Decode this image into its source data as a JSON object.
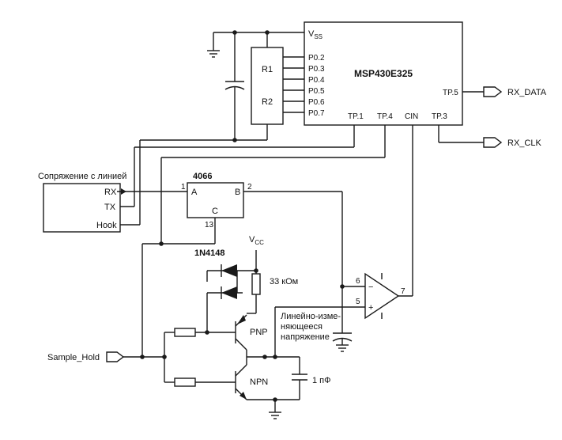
{
  "mcu": {
    "name": "MSP430E325",
    "vss": "V",
    "vss_sub": "SS",
    "ports": [
      "P0.2",
      "P0.3",
      "P0.4",
      "P0.5",
      "P0.6",
      "P0.7"
    ],
    "tp5": "TP.5",
    "tp1": "TP.1",
    "tp4": "TP.4",
    "cin": "CIN",
    "tp3": "TP.3"
  },
  "resistor_network": {
    "r1": "R1",
    "r2": "R2"
  },
  "outputs": {
    "rx_data": "RX_DATA",
    "rx_clk": "RX_CLK"
  },
  "line_interface": {
    "title": "Сопряжение с линией",
    "rx": "RX",
    "tx": "TX",
    "hook": "Hook"
  },
  "switch": {
    "name": "4066",
    "a": "A",
    "b": "B",
    "c": "C",
    "pin1": "1",
    "pin2": "2",
    "pin13": "13"
  },
  "diode": {
    "name": "1N4148"
  },
  "vcc": {
    "v": "V",
    "sub": "CC"
  },
  "resistor_33k": "33 кОм",
  "transistors": {
    "pnp": "PNP",
    "npn": "NPN"
  },
  "capacitor_1pf": "1 пФ",
  "comparator": {
    "pin6": "6",
    "pin5": "5",
    "pin7": "7",
    "minus": "−",
    "plus": "+"
  },
  "ramp_label": [
    "Линейно-изме-",
    "няющееся",
    "напряжение"
  ],
  "sample_hold": "Sample_Hold"
}
